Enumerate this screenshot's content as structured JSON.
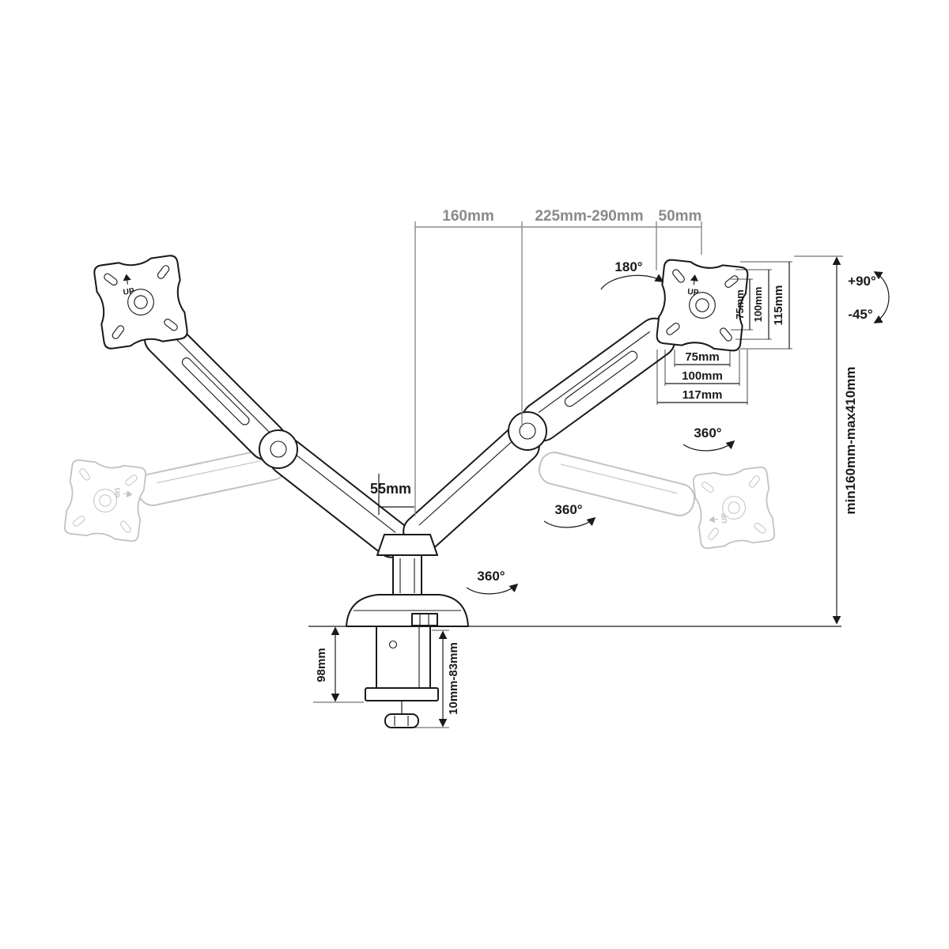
{
  "diagram": {
    "type": "technical-drawing",
    "subject": "Dual gas-spring monitor desk mount arm with dimension callouts",
    "colors": {
      "line": "#1a1a1a",
      "dimension_gray": "#8a8a8a",
      "ghost": "#c2c2c2",
      "background": "#ffffff"
    },
    "labels": {
      "top": {
        "span_left": "160mm",
        "span_mid": "225mm-290mm",
        "span_right": "50mm"
      },
      "vesa": {
        "up": "UP",
        "rotation": "180°",
        "vertical_75": "75mm",
        "vertical_100": "100mm",
        "plate_height": "115mm",
        "horizontal_75": "75mm",
        "horizontal_100": "100mm",
        "plate_width": "117mm"
      },
      "tilt": {
        "up": "+90°",
        "down": "-45°"
      },
      "swivel": {
        "top": "360°",
        "middle": "360°",
        "base": "360°"
      },
      "column_offset": "55mm",
      "height_range": "min160mm-max410mm",
      "clamp": {
        "height": "98mm",
        "thickness_range": "10mm-83mm"
      }
    }
  }
}
